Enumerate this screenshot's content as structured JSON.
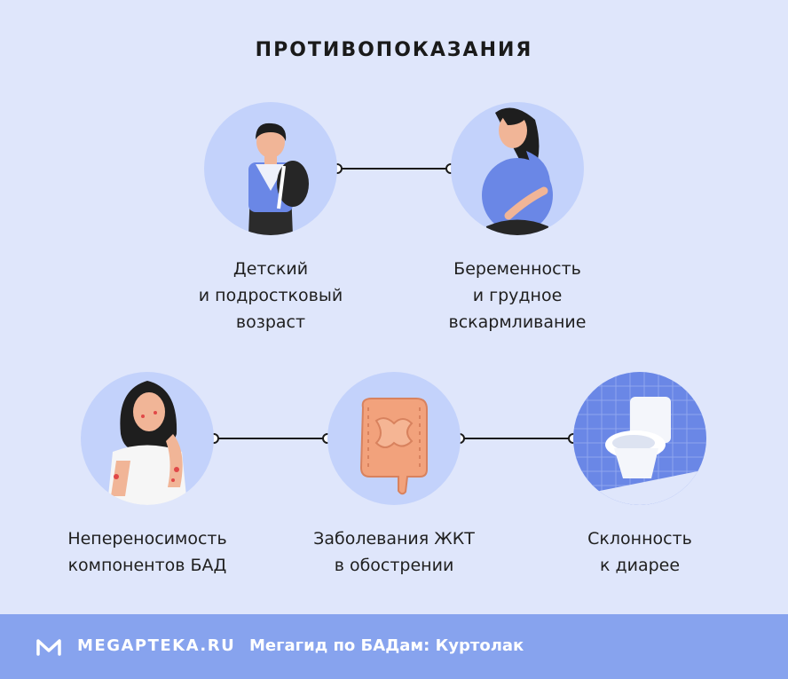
{
  "title": "ПРОТИВОПОКАЗАНИЯ",
  "items": [
    {
      "icon": "schoolboy-icon",
      "lines": [
        "Детский",
        "и подростковый",
        "возраст"
      ]
    },
    {
      "icon": "pregnant-woman-icon",
      "lines": [
        "Беременность",
        "и грудное",
        "вскармливание"
      ]
    },
    {
      "icon": "allergy-woman-icon",
      "lines": [
        "Непереносимость",
        "компонентов БАД"
      ]
    },
    {
      "icon": "intestine-icon",
      "lines": [
        "Заболевания ЖКТ",
        "в обострении"
      ]
    },
    {
      "icon": "toilet-icon",
      "lines": [
        "Склонность",
        "к диарее"
      ]
    }
  ],
  "footer": {
    "logo_icon": "megapteka-logo-icon",
    "brand": "MEGAPTEKA.RU",
    "subtitle": "Мегагид по БАДам: Куртолак"
  },
  "colors": {
    "background": "#dfe6fb",
    "circle": "#c3d2fb",
    "footer": "#87a3ee",
    "accent": "#6a87e6"
  }
}
